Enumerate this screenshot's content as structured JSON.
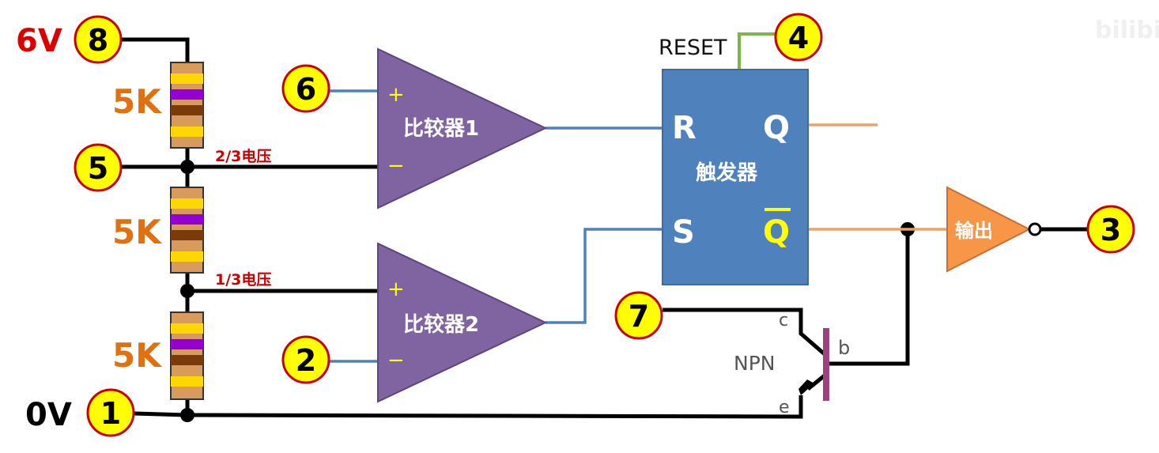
{
  "colors": {
    "pin_fill": "#ffff00",
    "pin_stroke": "#cc0000",
    "comparator": "#8064a2",
    "flipflop": "#4f81bd",
    "output_buffer": "#f79646",
    "signal_blue": "#4f81bd",
    "signal_orange": "#f0a060",
    "reset_wire": "#7ab648",
    "transistor_base": "#a0407f",
    "resistor_body": "#d99a5e"
  },
  "supply": {
    "vcc_label": "6V",
    "gnd_label": "0V"
  },
  "pins": {
    "p1": "1",
    "p2": "2",
    "p3": "3",
    "p4": "4",
    "p5": "5",
    "p6": "6",
    "p7": "7",
    "p8": "8"
  },
  "resistors": [
    "5K",
    "5K",
    "5K"
  ],
  "dividers": {
    "two_thirds": "2/3电压",
    "one_third": "1/3电压"
  },
  "comparator1": {
    "label": "比较器1",
    "plus": "+",
    "minus": "−"
  },
  "comparator2": {
    "label": "比较器2",
    "plus": "+",
    "minus": "−"
  },
  "flipflop": {
    "label": "触发器",
    "r": "R",
    "s": "S",
    "q": "Q",
    "qbar": "Q",
    "reset": "RESET"
  },
  "output": {
    "label": "输出"
  },
  "transistor": {
    "type": "NPN",
    "c": "c",
    "b": "b",
    "e": "e"
  },
  "watermark": "bilibili"
}
